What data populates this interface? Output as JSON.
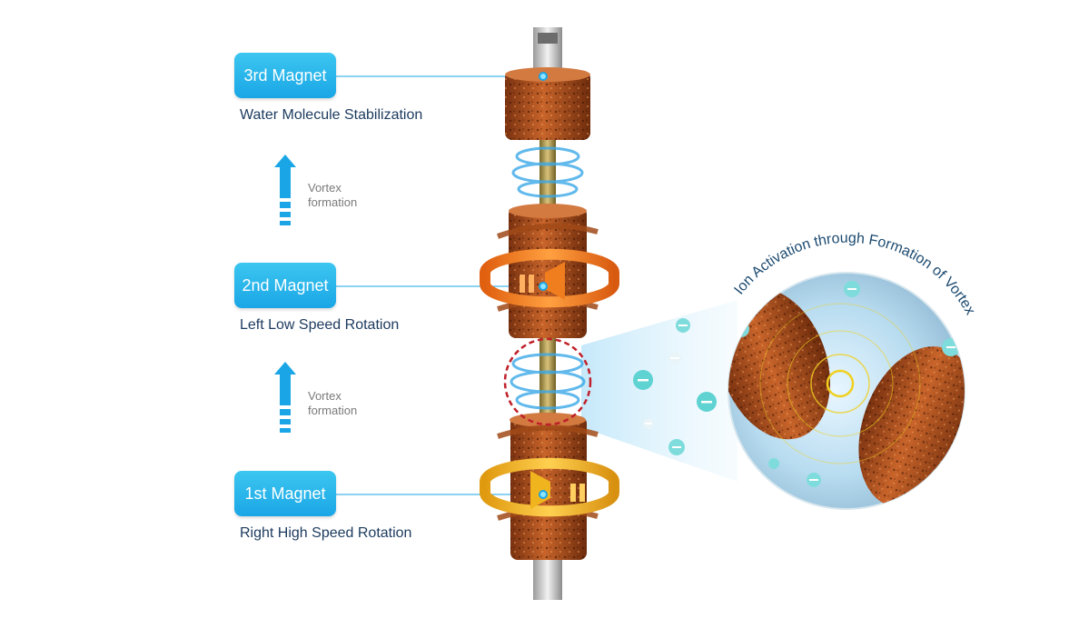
{
  "magnets": [
    {
      "badge": "3rd Magnet",
      "caption": "Water Molecule Stabilization"
    },
    {
      "badge": "2nd Magnet",
      "caption": "Left Low Speed Rotation"
    },
    {
      "badge": "1st Magnet",
      "caption": "Right High Speed Rotation"
    }
  ],
  "vortex_labels": [
    {
      "line1": "Vortex",
      "line2": "formation"
    },
    {
      "line1": "Vortex",
      "line2": "formation"
    }
  ],
  "detail_title": "Ion Activation through Formation of Vortex",
  "colors": {
    "badge": "#1aa6e6",
    "caption_text": "#1c3a5e",
    "arrow_blue": "#1aa6e6",
    "copper": "#b4561e",
    "orange_ring": "#f07d1e",
    "yellow_ring": "#f0b41e",
    "ion_teal": "#5fd2d2",
    "focus_circle": "#c0202a"
  }
}
